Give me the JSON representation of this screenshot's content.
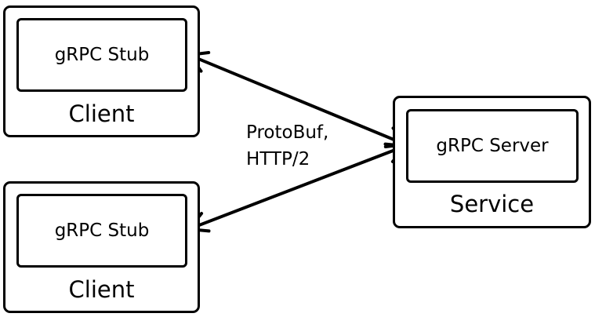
{
  "clients": [
    {
      "stub_label": "gRPC Stub",
      "caption": "Client"
    },
    {
      "stub_label": "gRPC Stub",
      "caption": "Client"
    }
  ],
  "service": {
    "server_label": "gRPC Server",
    "caption": "Service"
  },
  "connection": {
    "protocol_line1": "ProtoBuf,",
    "protocol_line2": "HTTP/2"
  },
  "colors": {
    "stroke": "#000000",
    "background": "#ffffff"
  }
}
